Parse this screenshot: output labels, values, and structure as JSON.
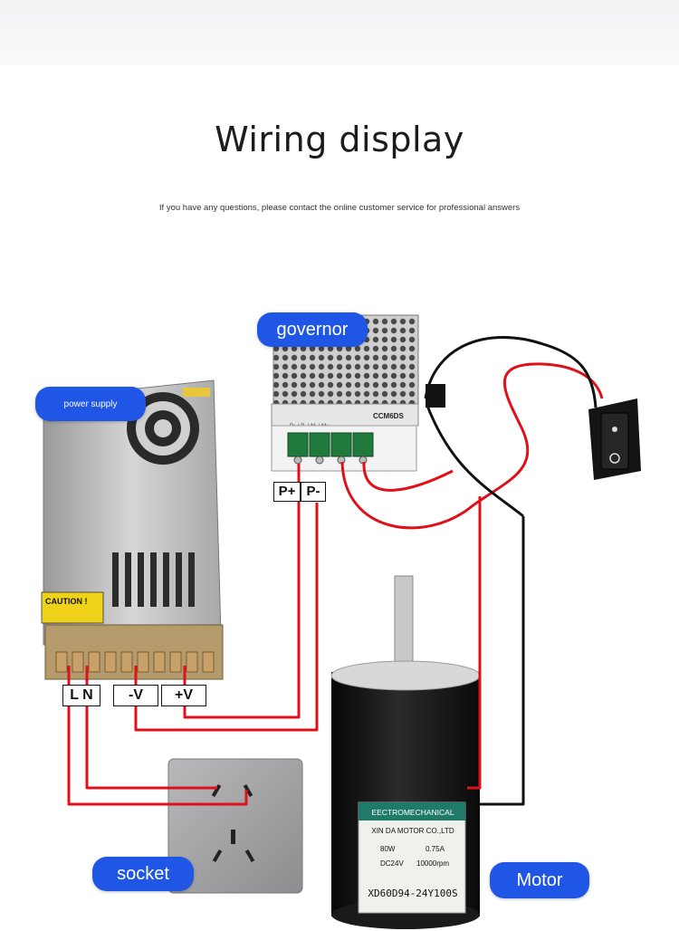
{
  "header": {
    "title": "Wiring display",
    "subtitle": "If you have any questions, please contact the online customer service for professional answers"
  },
  "labels": {
    "power_supply": "power supply",
    "governor": "governor",
    "socket": "socket",
    "motor": "Motor"
  },
  "terminals": {
    "ln": "L N",
    "minus_v": "-V",
    "plus_v": "+V",
    "p_plus": "P+",
    "p_minus": "P-"
  },
  "device_text": {
    "caution": "CAUTION !",
    "governor_model": "CCM6DS",
    "governor_terminals": "P+ | P- | M- | M+",
    "motor_brand": "EECTROMECHANICAL",
    "motor_company": "XIN DA MOTOR CO.,LTD",
    "motor_model": "XD60D94-24Y100S",
    "motor_power": "80W",
    "motor_voltage": "DC24V",
    "motor_current": "0.75A",
    "motor_speed": "10000rpm"
  },
  "colors": {
    "label_bg": "#1f56e6",
    "wire_red": "#e0101a",
    "wire_black": "#111111"
  }
}
